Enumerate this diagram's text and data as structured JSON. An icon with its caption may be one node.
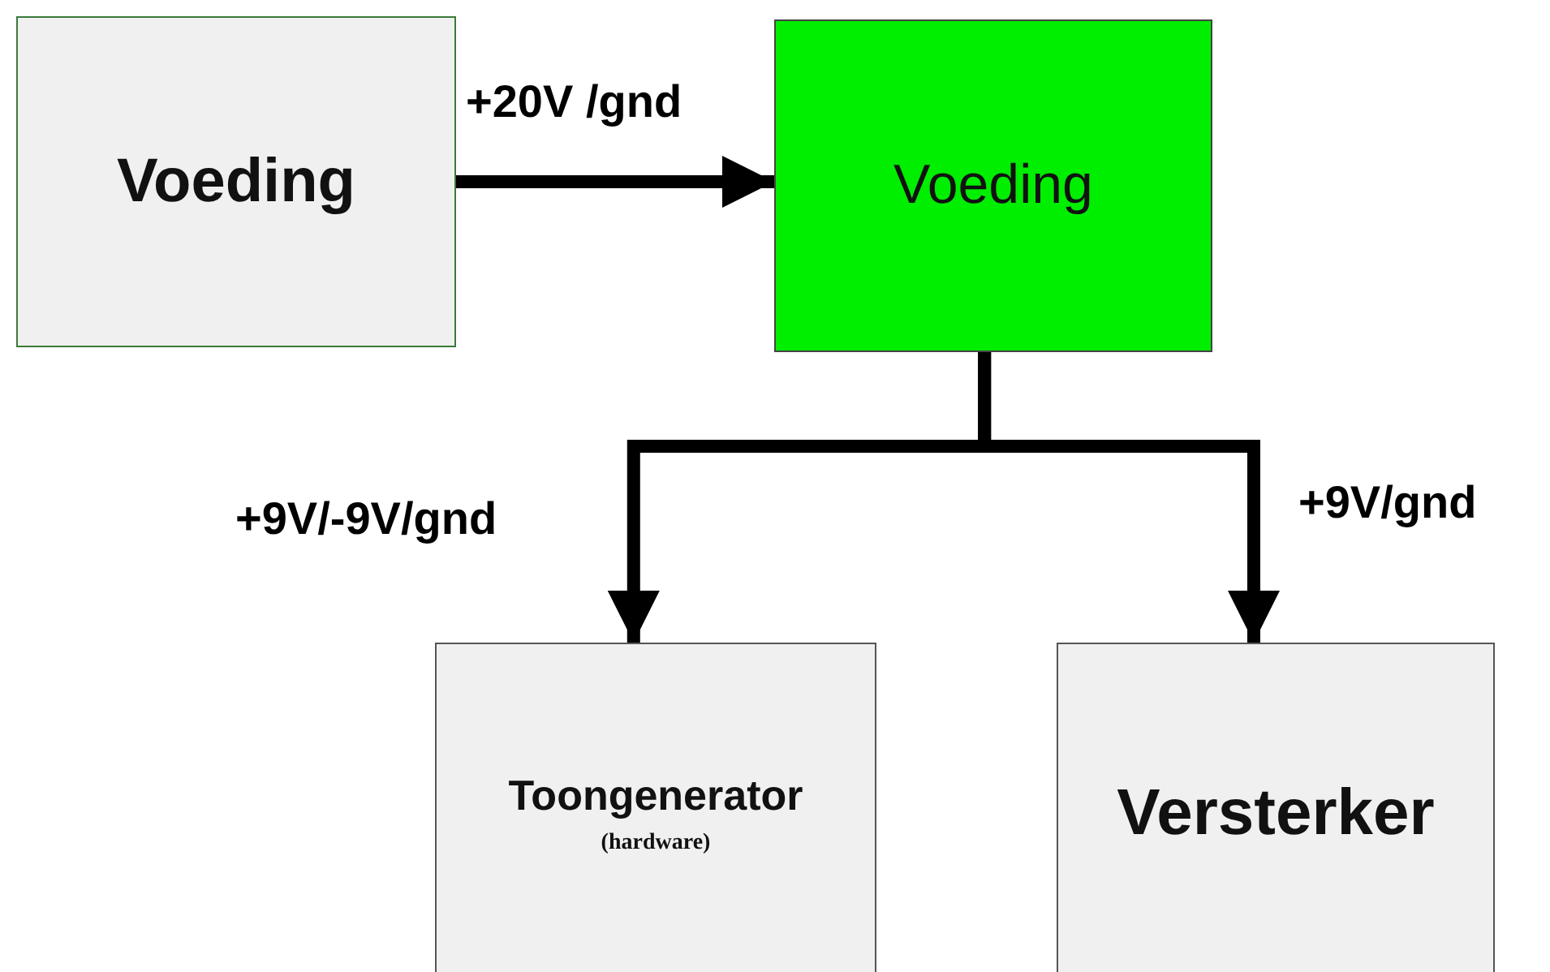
{
  "diagram": {
    "nodes": [
      {
        "text": [
          "Voeding"
        ]
      },
      {
        "text": [
          "Voeding"
        ]
      },
      {
        "text": [
          "Toongenerator",
          "(hardware)"
        ]
      },
      {
        "text": [
          "Versterker"
        ]
      }
    ],
    "edges": [
      {
        "from": 0,
        "to": 1,
        "arrow": "to",
        "label": "+20V /gnd"
      },
      {
        "from": 1,
        "to": 2,
        "arrow": "to",
        "label": "+9V/-9V/gnd"
      },
      {
        "from": 1,
        "to": 3,
        "arrow": "to",
        "label": "+9V/gnd"
      }
    ]
  }
}
